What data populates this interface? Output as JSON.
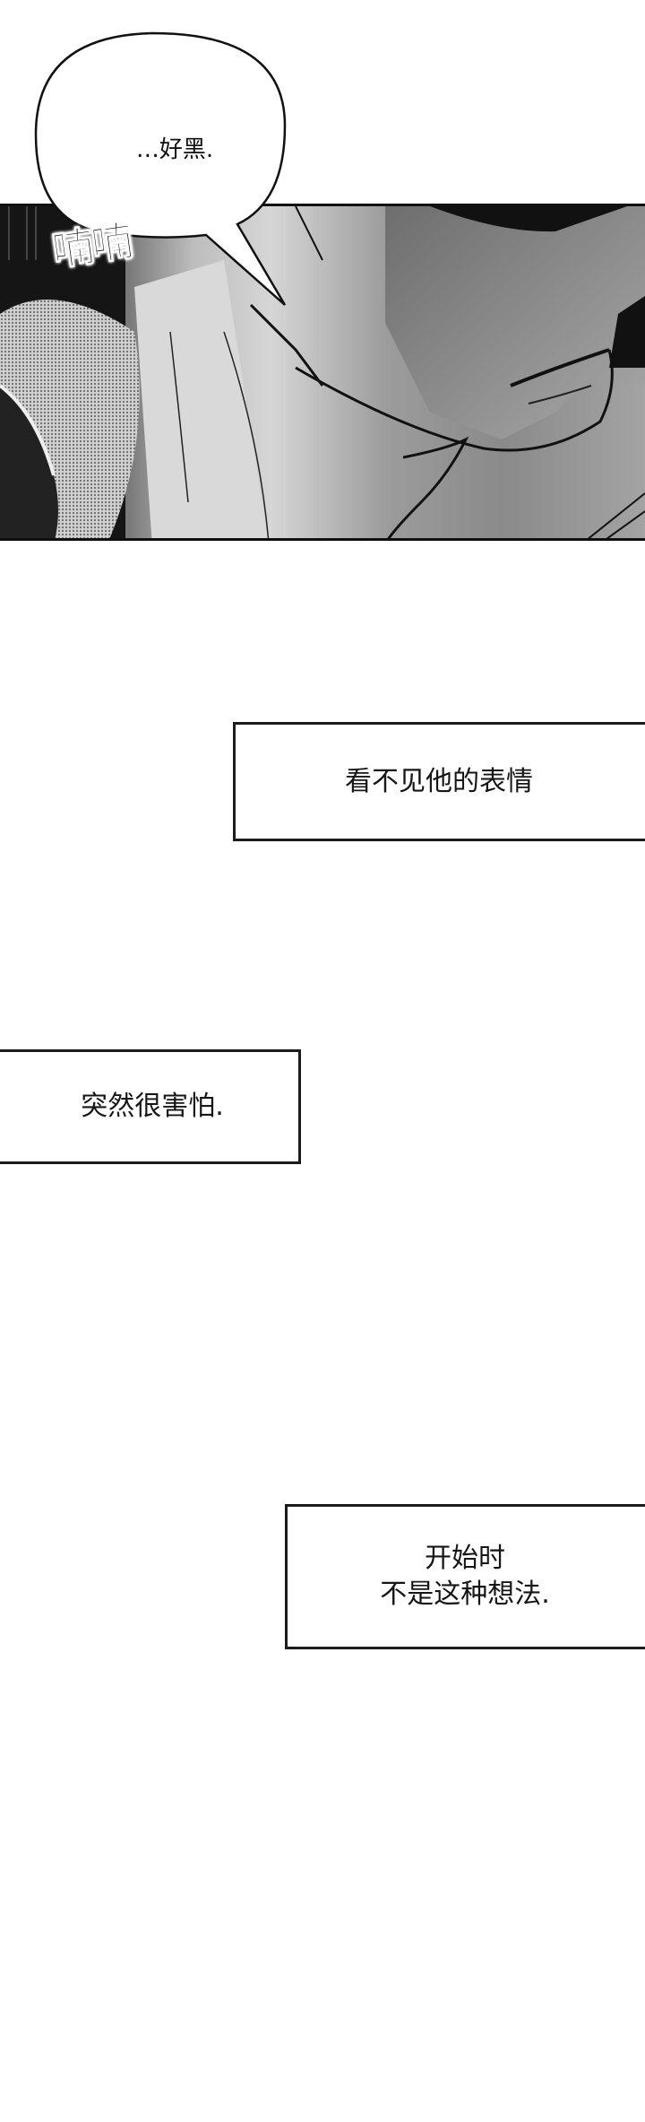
{
  "page": {
    "background": "#ffffff",
    "ink_color": "#111111"
  },
  "panel_1": {
    "description": "close-up of a man's shadowed chin and neck, grayscale gradient with dotted screentone",
    "speech_bubble": {
      "text": "…好黑."
    },
    "sfx": {
      "text": "喃喃"
    }
  },
  "captions": [
    {
      "text": "看不见他的表情"
    },
    {
      "text": "突然很害怕."
    },
    {
      "line1": "开始时",
      "line2": "不是这种想法."
    }
  ]
}
